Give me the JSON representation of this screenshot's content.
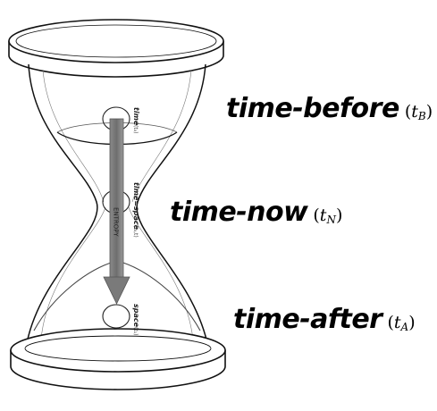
{
  "labels": {
    "before": {
      "text": "time-before",
      "symbol": "t",
      "subscript": "B"
    },
    "now": {
      "text": "time-now",
      "symbol": "t",
      "subscript": "N"
    },
    "after": {
      "text": "time-after",
      "symbol": "t",
      "subscript": "A"
    }
  },
  "small_labels": {
    "top": "time",
    "top_sub": "(t₀)",
    "middle": "time=space",
    "middle_sub": "(t₀,t)",
    "bottom": "space",
    "bottom_sub": "(t₁)"
  },
  "arrow_label": "ENTROPY"
}
